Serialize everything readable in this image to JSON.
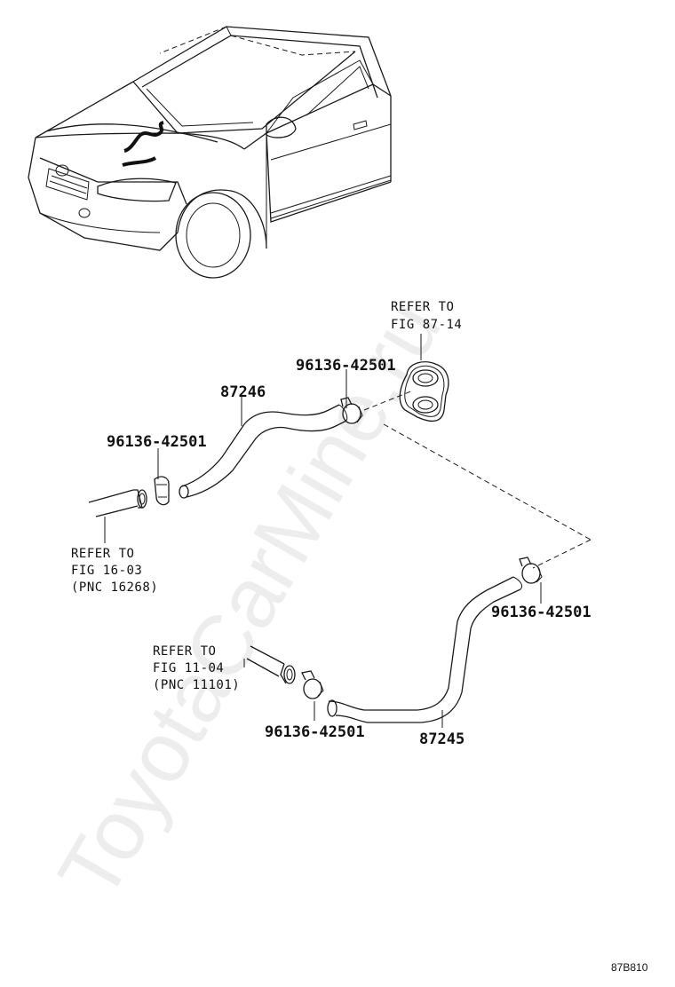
{
  "watermark": "ToyotaCarMine.ru",
  "figure_code": "87B810",
  "callouts": {
    "heater_unit_ref": {
      "line1": "REFER TO",
      "line2": "FIG 87-14"
    },
    "water_pipe_ref": {
      "line1": "REFER TO",
      "line2": "FIG 16-03",
      "line3": "(PNC 16268)"
    },
    "engine_ref": {
      "line1": "REFER TO",
      "line2": "FIG 11-04",
      "line3": "(PNC 11101)"
    }
  },
  "parts": {
    "hose_upper": "87246",
    "hose_lower": "87245",
    "clamp_upper_right": "96136-42501",
    "clamp_upper_left": "96136-42501",
    "clamp_lower_right": "96136-42501",
    "clamp_lower_left": "96136-42501"
  }
}
